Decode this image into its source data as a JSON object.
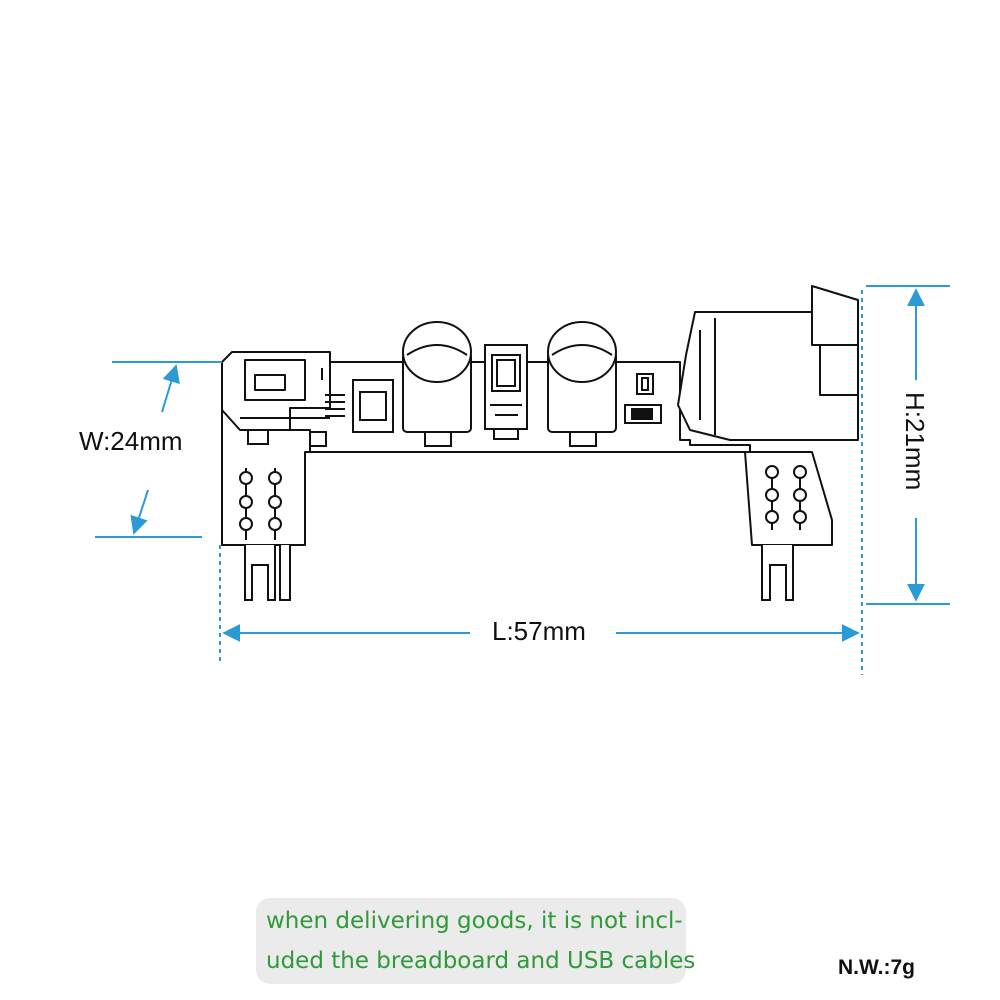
{
  "dimensions": {
    "width_label": "W:24mm",
    "height_label": "H:21mm",
    "length_label": "L:57mm"
  },
  "note": {
    "line1": "when delivering goods, it is not incl-",
    "line2": "uded the breadboard and USB cables"
  },
  "weight_label": "N.W.:7g",
  "colors": {
    "dimension_lines": "#2a9bd6",
    "outline": "#111111",
    "note_text": "#2e9a3a",
    "note_background": "#ebebeb"
  }
}
